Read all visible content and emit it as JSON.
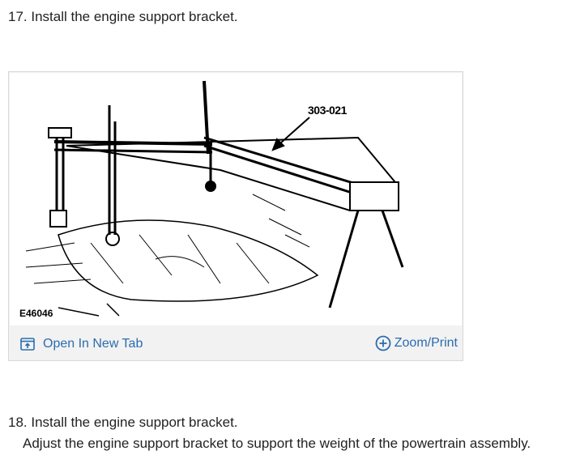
{
  "steps": [
    {
      "title": "17. Install the engine support bracket."
    },
    {
      "title": "18. Install the engine support bracket.",
      "body": "Adjust the engine support bracket to support the weight of the powertrain assembly."
    }
  ],
  "figure": {
    "figure_id": "E46046",
    "tool_number": "303-021",
    "open_tab_label": "Open In New Tab",
    "zoom_label": "Zoom/Print",
    "link_color": "#2b6cb0"
  }
}
